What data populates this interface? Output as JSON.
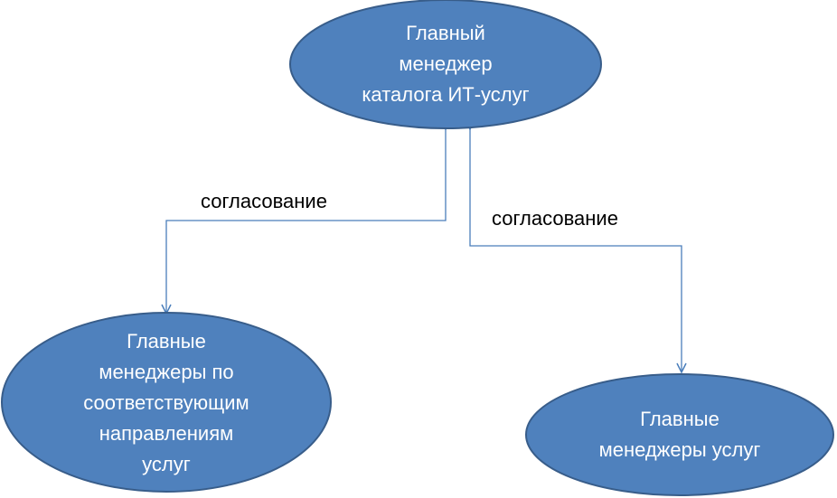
{
  "colors": {
    "node_fill": "#4f81bd",
    "node_stroke": "#385d8a",
    "arrow": "#4a7ebb",
    "label_text": "#000000"
  },
  "nodes": {
    "root": {
      "text": "Главный\nменеджер\nкаталога ИТ-услуг"
    },
    "left": {
      "text": "Главные\nменеджеры по\nсоответствующим\nнаправлениям\nуслуг"
    },
    "right": {
      "text": "Главные\nменеджеры услуг"
    }
  },
  "edges": {
    "left": {
      "label": "согласование"
    },
    "right": {
      "label": "согласование"
    }
  }
}
